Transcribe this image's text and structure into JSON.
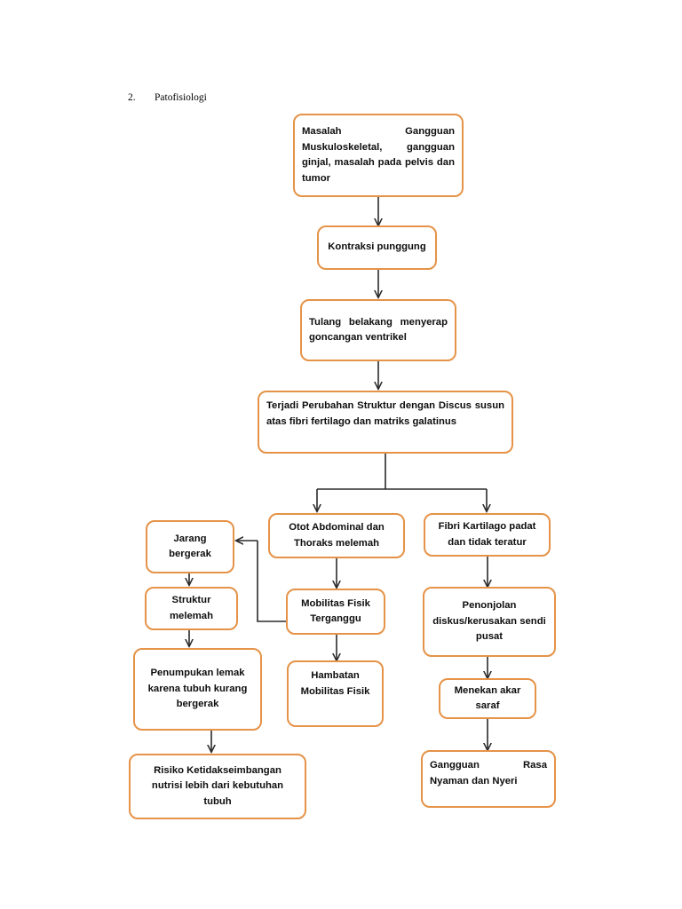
{
  "document": {
    "heading_number": "2.",
    "heading_text": "Patofisiologi"
  },
  "colors": {
    "node_border": "#E59348",
    "node_fill": "#FFFFFF",
    "edge": "#2A2A2A",
    "text": "#0D0D0D"
  },
  "chart_data": {
    "type": "diagram",
    "title": "Patofisiologi",
    "nodes": [
      {
        "id": "n1",
        "label": "Masalah Gangguan Muskuloskeletal, gangguan ginjal, masalah pada pelvis dan tumor"
      },
      {
        "id": "n2",
        "label": "Kontraksi punggung"
      },
      {
        "id": "n3",
        "label": "Tulang belakang menyerap goncangan ventrikel"
      },
      {
        "id": "n4",
        "label": "Terjadi Perubahan Struktur dengan Discus susun atas fibri fertilago dan matriks galatinus"
      },
      {
        "id": "n5",
        "label": "Jarang bergerak"
      },
      {
        "id": "n6",
        "label": "Otot Abdominal dan Thoraks melemah"
      },
      {
        "id": "n7",
        "label": "Fibri Kartilago padat dan tidak teratur"
      },
      {
        "id": "n8",
        "label": "Struktur melemah"
      },
      {
        "id": "n9",
        "label": "Mobilitas Fisik Terganggu"
      },
      {
        "id": "n10",
        "label": "Penonjolan diskus/kerusakan sendi pusat"
      },
      {
        "id": "n11",
        "label": "Penumpukan lemak karena tubuh kurang bergerak"
      },
      {
        "id": "n12",
        "label": "Hambatan Mobilitas Fisik"
      },
      {
        "id": "n13",
        "label": "Menekan akar saraf"
      },
      {
        "id": "n14",
        "label": "Risiko Ketidakseimbangan nutrisi lebih dari kebutuhan tubuh"
      },
      {
        "id": "n15",
        "label": "Gangguan Rasa Nyaman dan Nyeri"
      }
    ],
    "edges": [
      {
        "from": "n1",
        "to": "n2"
      },
      {
        "from": "n2",
        "to": "n3"
      },
      {
        "from": "n3",
        "to": "n4"
      },
      {
        "from": "n4",
        "to": "n6"
      },
      {
        "from": "n4",
        "to": "n7"
      },
      {
        "from": "n6",
        "to": "n9"
      },
      {
        "from": "n9",
        "to": "n5"
      },
      {
        "from": "n5",
        "to": "n8"
      },
      {
        "from": "n8",
        "to": "n11"
      },
      {
        "from": "n11",
        "to": "n14"
      },
      {
        "from": "n9",
        "to": "n12"
      },
      {
        "from": "n7",
        "to": "n10"
      },
      {
        "from": "n10",
        "to": "n13"
      },
      {
        "from": "n13",
        "to": "n15"
      }
    ]
  }
}
